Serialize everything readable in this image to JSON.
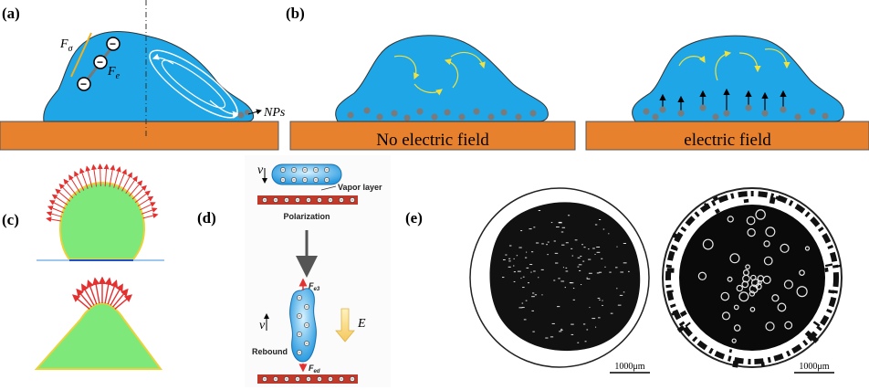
{
  "panels": {
    "a": {
      "label": "(a)",
      "f_sigma": "F",
      "f_sigma_sub": "σ",
      "f_e": "F",
      "f_e_sub": "e",
      "nps": "NPs"
    },
    "b": {
      "label": "(b)",
      "no_field": "No electric field",
      "field": "electric field"
    },
    "c": {
      "label": "(c)"
    },
    "d": {
      "label": "(d)",
      "v_top": "v",
      "vapor_layer": "Vapor layer",
      "polarization": "Polarization",
      "fe3": "F",
      "fe3_sub": "e3",
      "v_bottom": "v",
      "e_field": "E",
      "rebound": "Rebound",
      "fed": "F",
      "fed_sub": "ed"
    },
    "e": {
      "label": "(e)",
      "scale_left": "1000μm",
      "scale_right": "1000μm"
    }
  },
  "colors": {
    "droplet": "#1fa6e6",
    "substrate": "#e8812e",
    "particle": "#7a7a7a",
    "droplet_green": "#7ee87a",
    "force_arrow": "#e53030",
    "electrode": "#c0392b"
  }
}
